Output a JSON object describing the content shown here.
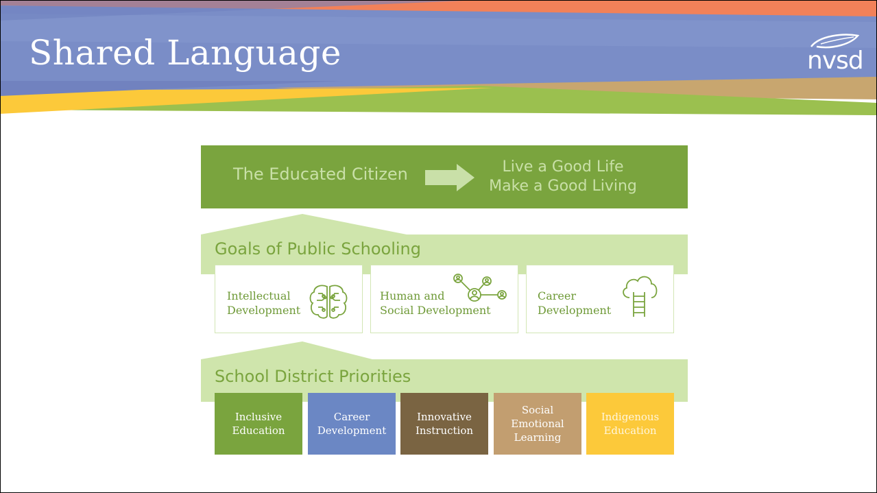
{
  "slide": {
    "title": "Shared Language",
    "logo_text": "nvsd"
  },
  "top_bar": {
    "left_text": "The Educated Citizen",
    "right_line1": "Live a Good Life",
    "right_line2": "Make a Good Living"
  },
  "goals": {
    "heading": "Goals of Public Schooling",
    "items": [
      {
        "line1": "Intellectual",
        "line2": "Development",
        "icon": "brain-circuit-icon"
      },
      {
        "line1": "Human and",
        "line2": "Social Development",
        "icon": "people-network-icon"
      },
      {
        "line1": "Career",
        "line2": "Development",
        "icon": "cloud-ladder-icon"
      }
    ]
  },
  "priorities": {
    "heading": "School District Priorities",
    "items": [
      {
        "label": "Inclusive\nEducation",
        "color": "#7aa43e",
        "text_color": "#ffffff"
      },
      {
        "label": "Career\nDevelopment",
        "color": "#6b87c4",
        "text_color": "#ffffff"
      },
      {
        "label": "Innovative\nInstruction",
        "color": "#7a6442",
        "text_color": "#ffffff"
      },
      {
        "label": "Social\nEmotional\nLearning",
        "color": "#c29e70",
        "text_color": "#ffffff"
      },
      {
        "label": "Indigenous\nEducation",
        "color": "#fcc93a",
        "text_color": "#fff6dd"
      }
    ]
  },
  "colors": {
    "banner_blue": "#7a8dc7",
    "banner_orange": "#f28159",
    "banner_yellow": "#fcc93a",
    "banner_green": "#9bc04f",
    "banner_tan": "#c8a66f",
    "accent_green": "#7aa43e",
    "light_green": "#cfe5ac"
  }
}
